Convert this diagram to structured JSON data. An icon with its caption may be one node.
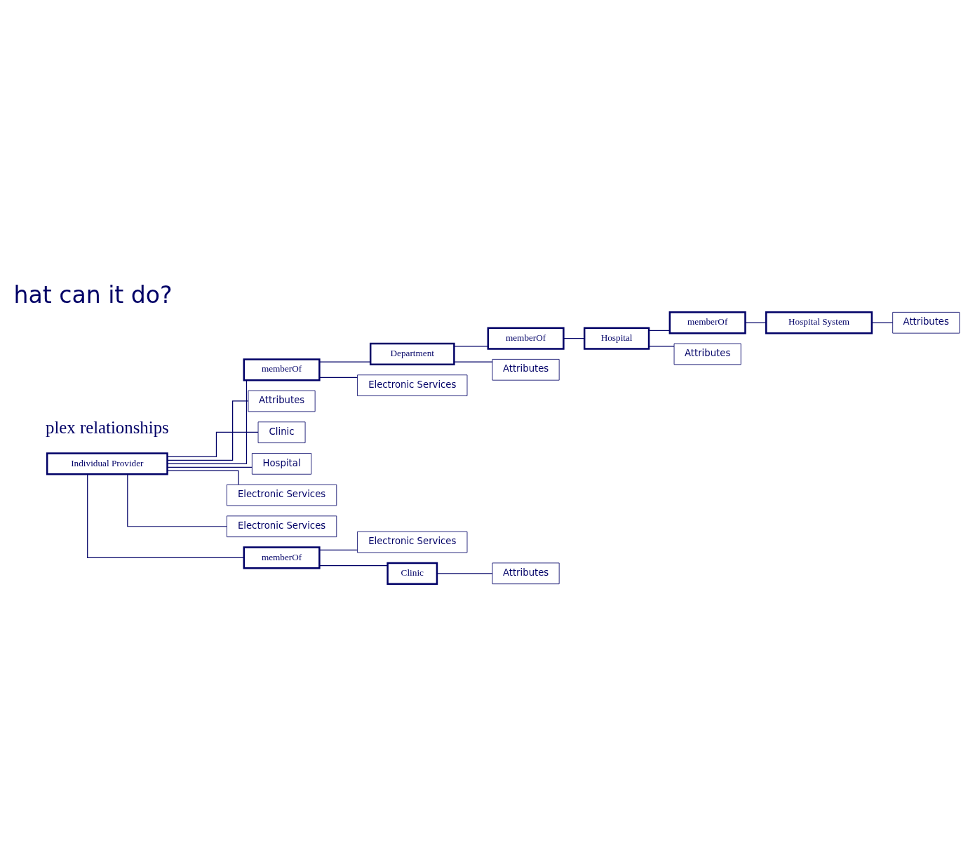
{
  "diagram": {
    "title": "hat can it do?",
    "nodes": [
      {
        "text": [
          "Hospital System"
        ]
      },
      {
        "text": [
          "memberOf"
        ]
      },
      {
        "text": [
          "Attributes"
        ]
      },
      {
        "text": [
          "Hospital"
        ]
      },
      {
        "text": [
          "memberOf"
        ]
      },
      {
        "text": [
          "Attributes"
        ]
      },
      {
        "text": [
          "Department"
        ]
      },
      {
        "text": [
          "memberOf"
        ]
      },
      {
        "text": [
          "Attributes"
        ]
      },
      {
        "text": [
          "Electronic Services"
        ]
      },
      {
        "text": [
          "Individual Provider"
        ]
      },
      {
        "text": [
          "Attributes"
        ]
      },
      {
        "text": [
          "Clinic"
        ]
      },
      {
        "text": [
          "Hospital"
        ]
      },
      {
        "text": [
          "Electronic Services"
        ]
      },
      {
        "text": [
          "Electronic Services"
        ]
      },
      {
        "text": [
          "memberOf"
        ]
      },
      {
        "text": [
          "Electronic Services"
        ]
      },
      {
        "text": [
          "Clinic"
        ]
      },
      {
        "text": [
          "Attributes"
        ]
      }
    ],
    "edges": [
      {
        "from": 1,
        "to": 0,
        "arrow": "none"
      },
      {
        "from": 0,
        "to": 2,
        "arrow": "none"
      },
      {
        "from": 3,
        "to": 1,
        "arrow": "none"
      },
      {
        "from": 4,
        "to": 3,
        "arrow": "none"
      },
      {
        "from": 3,
        "to": 5,
        "arrow": "none"
      },
      {
        "from": 6,
        "to": 4,
        "arrow": "none"
      },
      {
        "from": 7,
        "to": 6,
        "arrow": "none"
      },
      {
        "from": 6,
        "to": 8,
        "arrow": "none"
      },
      {
        "from": 7,
        "to": 9,
        "arrow": "none"
      },
      {
        "from": 10,
        "to": 7,
        "arrow": "none"
      },
      {
        "from": 10,
        "to": 16,
        "arrow": "none"
      },
      {
        "from": 10,
        "to": 11,
        "arrow": "none"
      },
      {
        "from": 10,
        "to": 12,
        "arrow": "none"
      },
      {
        "from": 10,
        "to": 13,
        "arrow": "none"
      },
      {
        "from": 10,
        "to": 14,
        "arrow": "none"
      },
      {
        "from": 10,
        "to": 15,
        "arrow": "none"
      },
      {
        "from": 16,
        "to": 18,
        "arrow": "none"
      },
      {
        "from": 16,
        "to": 17,
        "arrow": "none"
      },
      {
        "from": 18,
        "to": 19,
        "arrow": "none"
      }
    ],
    "labels": [
      "plex relationships"
    ]
  }
}
